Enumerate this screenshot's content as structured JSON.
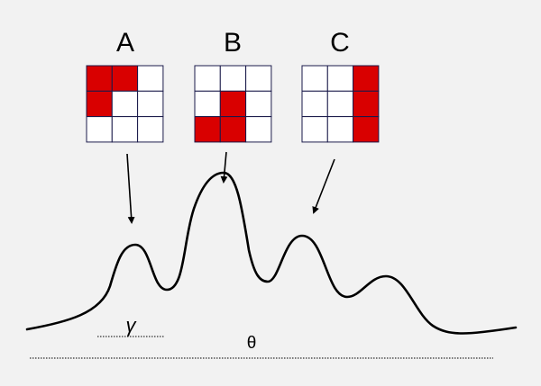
{
  "panels": [
    {
      "label": "A",
      "grid": [
        [
          1,
          1,
          0
        ],
        [
          1,
          0,
          0
        ],
        [
          0,
          0,
          0
        ]
      ]
    },
    {
      "label": "B",
      "grid": [
        [
          0,
          0,
          0
        ],
        [
          0,
          1,
          0
        ],
        [
          1,
          1,
          0
        ]
      ]
    },
    {
      "label": "C",
      "grid": [
        [
          0,
          0,
          1
        ],
        [
          0,
          0,
          1
        ],
        [
          0,
          0,
          1
        ]
      ]
    }
  ],
  "colors": {
    "filled": "#d90000",
    "empty": "#ffffff",
    "grid_line": "#1a1a4a",
    "background": "#f2f2f2",
    "curve": "#000000"
  },
  "annotations": {
    "gamma": "γ",
    "theta": "θ"
  }
}
